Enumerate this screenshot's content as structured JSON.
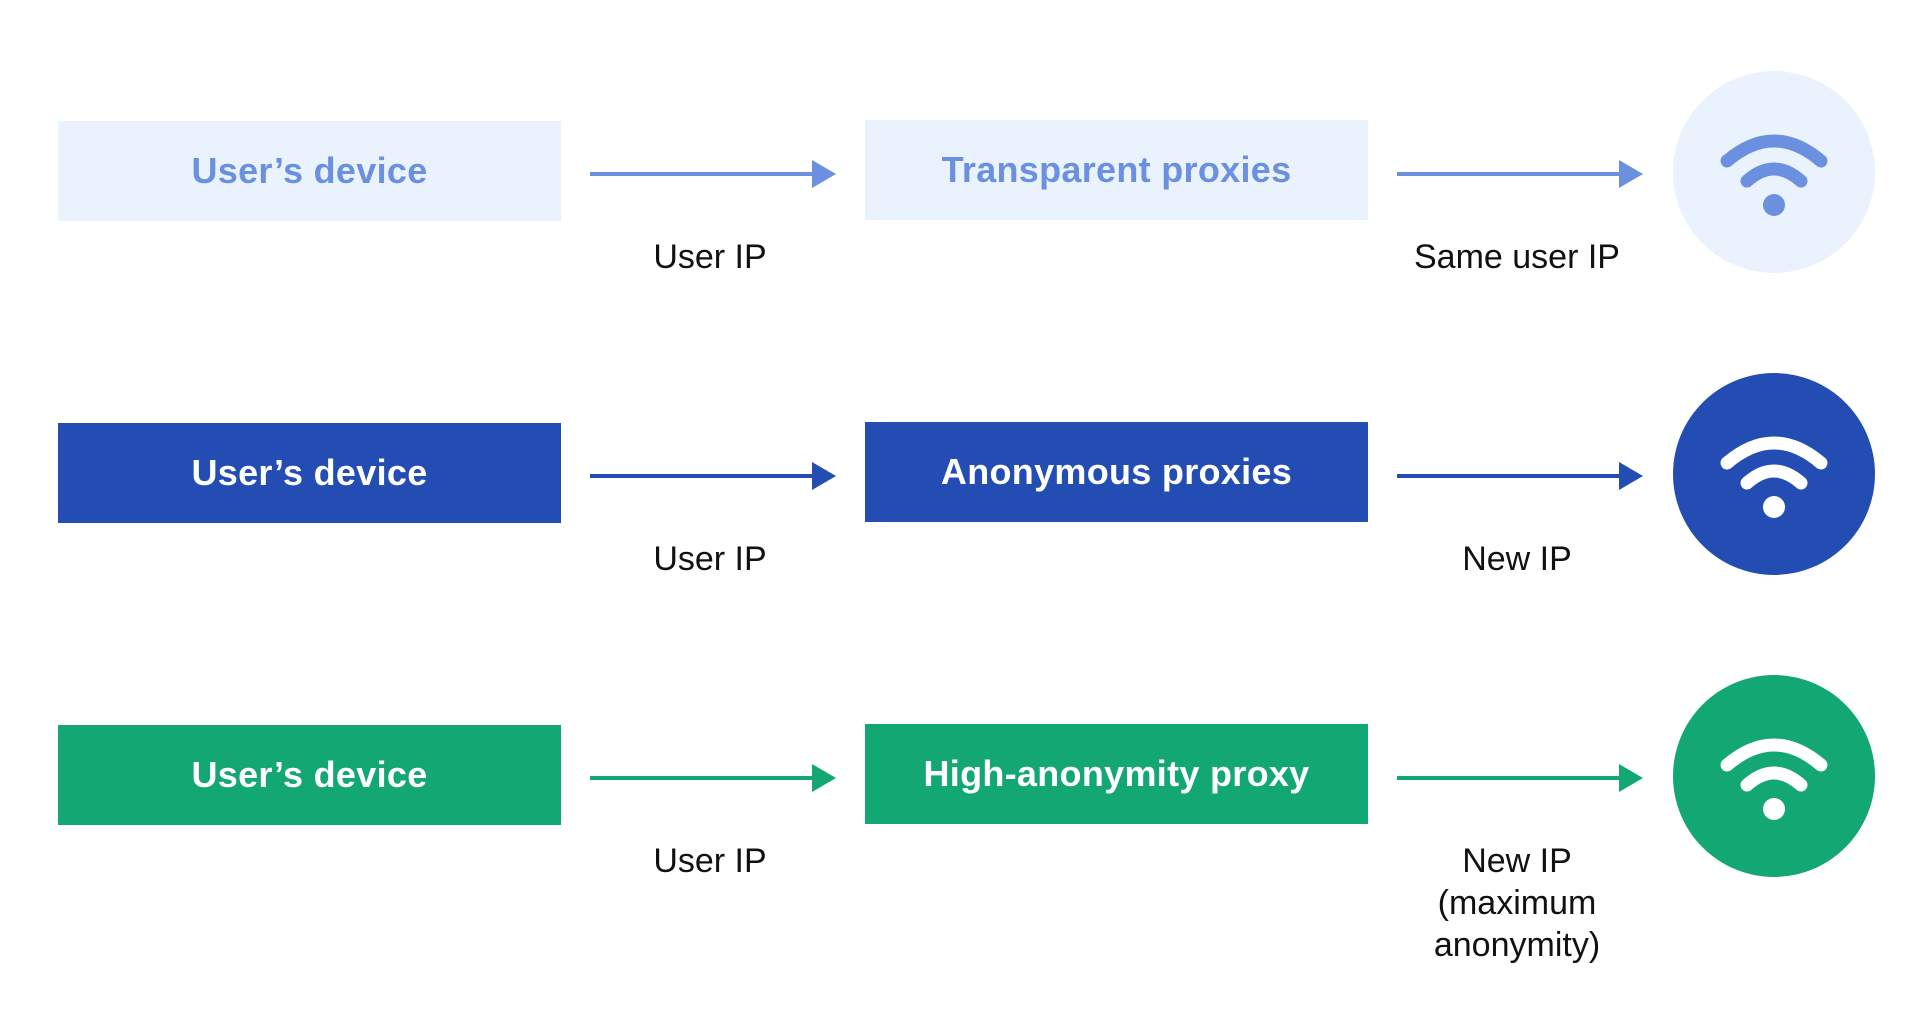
{
  "colors": {
    "transparent_fill": "#EAF3FD",
    "transparent_text": "#6A90DF",
    "anonymous_fill": "#244DB4",
    "anonymous_text": "#FFFFFF",
    "elite_fill": "#13A873",
    "elite_text": "#FFFFFF",
    "label_text": "#111111"
  },
  "rows": [
    {
      "device": "User’s device",
      "proxy": "Transparent proxies",
      "in_label": "User IP",
      "out_label": "Same user IP",
      "icon": "wifi-icon"
    },
    {
      "device": "User’s device",
      "proxy": "Anonymous proxies",
      "in_label": "User IP",
      "out_label": "New IP",
      "icon": "wifi-icon"
    },
    {
      "device": "User’s device",
      "proxy": "High-anonymity proxy",
      "in_label": "User IP",
      "out_label_lines": [
        "New IP",
        "(maximum",
        "anonymity)"
      ],
      "icon": "wifi-icon"
    }
  ]
}
